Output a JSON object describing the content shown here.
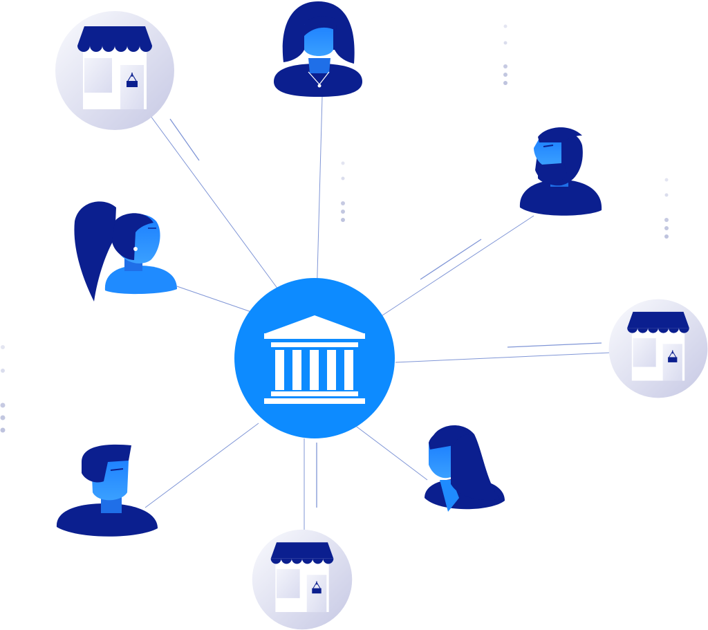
{
  "diagram": {
    "type": "hub-and-spoke network",
    "hub": {
      "id": "bank",
      "icon": "bank-building-icon"
    },
    "nodes": [
      {
        "id": "shop-top-left",
        "icon": "storefront-icon",
        "kind": "shop"
      },
      {
        "id": "woman-top",
        "icon": "woman-avatar-icon",
        "kind": "person"
      },
      {
        "id": "bearded-man-right",
        "icon": "bearded-man-avatar-icon",
        "kind": "person"
      },
      {
        "id": "woman-ponytail-left",
        "icon": "ponytail-woman-avatar-icon",
        "kind": "person"
      },
      {
        "id": "shop-right",
        "icon": "storefront-icon",
        "kind": "shop"
      },
      {
        "id": "woman-long-hair-lower-right",
        "icon": "long-hair-woman-avatar-icon",
        "kind": "person"
      },
      {
        "id": "man-lower-left",
        "icon": "man-avatar-icon",
        "kind": "person"
      },
      {
        "id": "shop-bottom",
        "icon": "storefront-icon",
        "kind": "shop"
      }
    ],
    "connections": [
      [
        "bank",
        "shop-top-left"
      ],
      [
        "bank",
        "woman-top"
      ],
      [
        "bank",
        "bearded-man-right"
      ],
      [
        "bank",
        "woman-ponytail-left"
      ],
      [
        "bank",
        "shop-right"
      ],
      [
        "bank",
        "woman-long-hair-lower-right"
      ],
      [
        "bank",
        "man-lower-left"
      ],
      [
        "bank",
        "shop-bottom"
      ]
    ]
  },
  "colors": {
    "hub": "#0d8bff",
    "navy": "#0b1f8f",
    "blue": "#1f8bff",
    "skin": "#2e96ff",
    "line": "#8aa0d8",
    "shop_bg_a": "#f4f5fb",
    "shop_bg_b": "#c9cbe6",
    "dots": "#aeb4d6"
  }
}
